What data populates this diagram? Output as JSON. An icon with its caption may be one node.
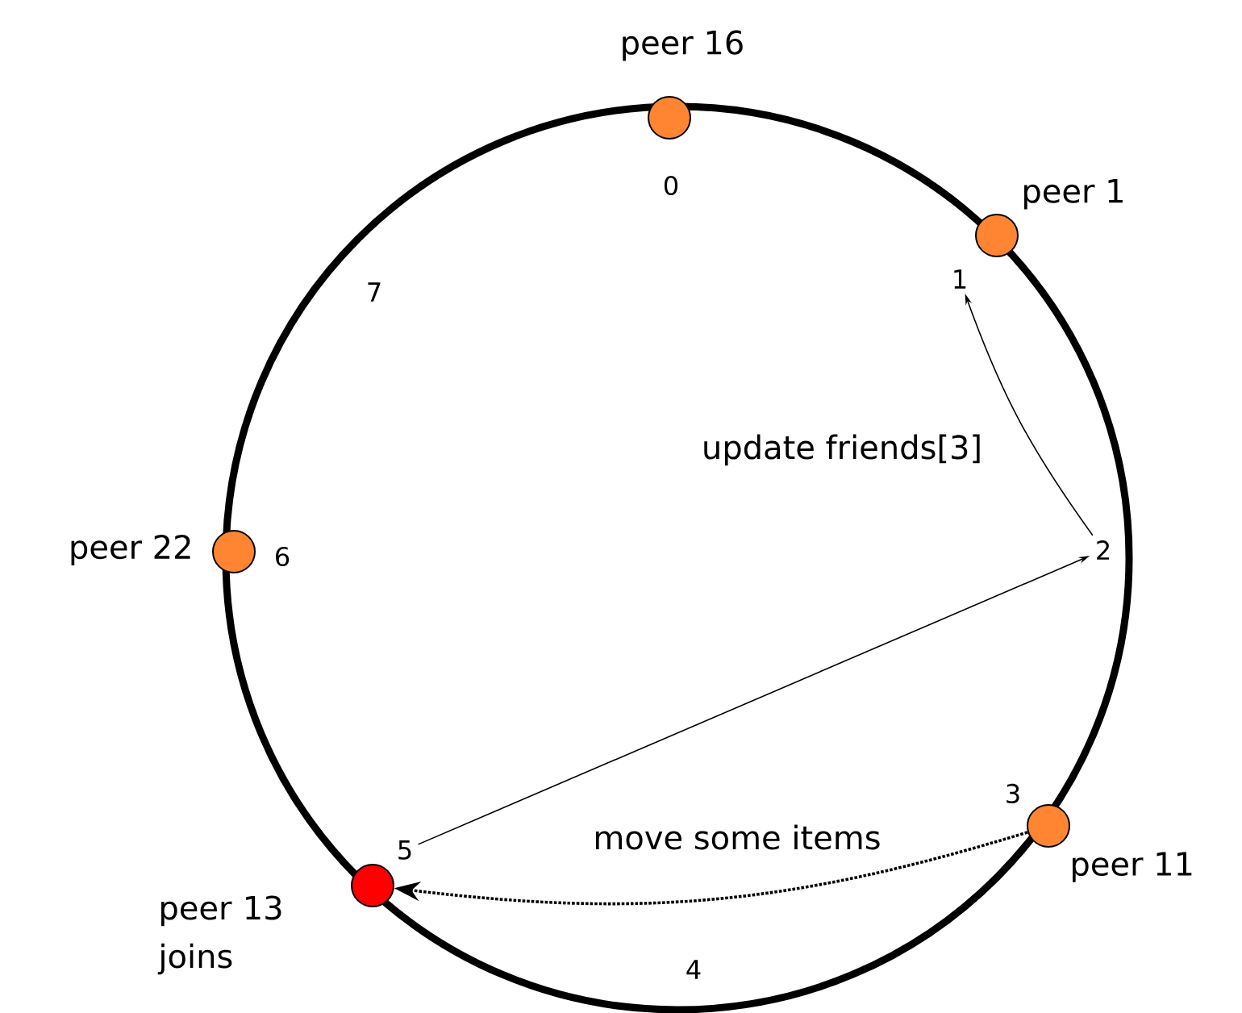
{
  "diagram": {
    "nodes": [
      {
        "text": [],
        "shape": "circle",
        "beside": [
          "peer 16"
        ]
      },
      {
        "text": [],
        "shape": "circle",
        "beside": [
          "peer 1"
        ]
      },
      {
        "text": [],
        "shape": "circle",
        "beside": [
          "peer 22"
        ]
      },
      {
        "text": [],
        "shape": "circle",
        "beside": [
          "peer 11"
        ]
      },
      {
        "text": [],
        "shape": "circle",
        "beside": [
          "peer 13 joins"
        ]
      },
      {
        "text": [
          "1"
        ]
      },
      {
        "text": [
          "2"
        ]
      },
      {
        "text": [
          "5"
        ]
      }
    ],
    "edges": [
      {
        "from": 7,
        "to": 6,
        "arrow": "to"
      },
      {
        "from": 6,
        "to": 5,
        "arrow": "to"
      },
      {
        "from": 3,
        "to": 4,
        "arrow": "to",
        "label": "move some items",
        "style": "dashed"
      }
    ],
    "labels": [
      "0",
      "7",
      "update friends[3]",
      "6",
      "3",
      "4"
    ]
  }
}
